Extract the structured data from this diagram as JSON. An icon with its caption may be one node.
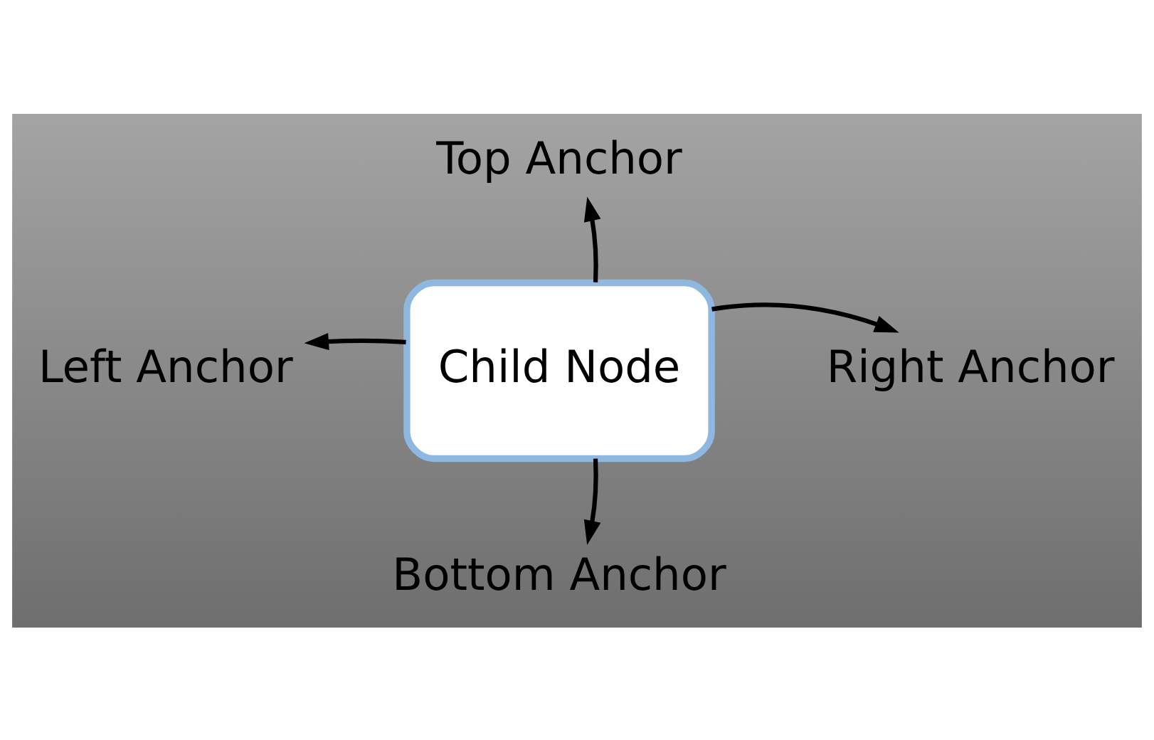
{
  "diagram": {
    "nodes": [
      {
        "text": [
          "Top Anchor"
        ]
      },
      {
        "text": [
          "Left Anchor"
        ]
      },
      {
        "text": [
          "Child Node"
        ]
      },
      {
        "text": [
          "Right Anchor"
        ]
      },
      {
        "text": [
          "Bottom Anchor"
        ]
      }
    ],
    "edges": [
      {
        "from": 2,
        "to": 0,
        "arrow": "to"
      },
      {
        "from": 2,
        "to": 1,
        "arrow": "to"
      },
      {
        "from": 2,
        "to": 3,
        "arrow": "to"
      },
      {
        "from": 2,
        "to": 4,
        "arrow": "to"
      }
    ]
  }
}
